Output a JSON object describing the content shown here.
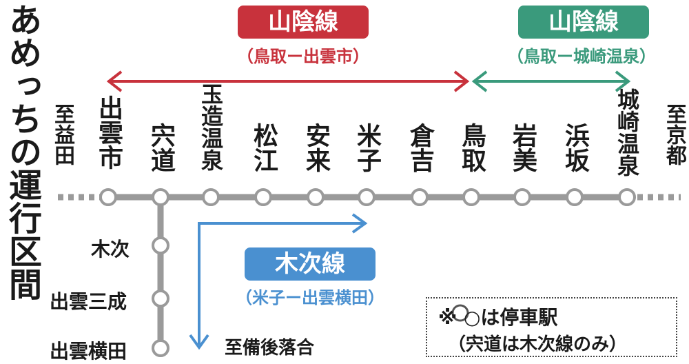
{
  "title": "あめっちの運行区間",
  "lines": {
    "san_in_red": {
      "name": "山陰線",
      "range": "（鳥取ー出雲市）",
      "color": "#c8323c"
    },
    "san_in_green": {
      "name": "山陰線",
      "range": "（鳥取ー城崎温泉）",
      "color": "#3a9a7c"
    },
    "kisuki": {
      "name": "木次線",
      "range": "（米子ー出雲横田）",
      "color": "#4a90d0"
    }
  },
  "main_stations": [
    "出雲市",
    "宍道",
    "玉造温泉",
    "松江",
    "安来",
    "米子",
    "倉吉",
    "鳥取",
    "岩美",
    "浜坂",
    "城崎温泉"
  ],
  "toward_left": "至益田",
  "toward_right": "至京都",
  "branch_stations": [
    "木次",
    "出雲三成",
    "出雲横田"
  ],
  "toward_bingo": "至備後落合",
  "legend": {
    "line1": "※ ○は停車駅",
    "line2": "（宍道は木次線のみ）"
  },
  "colors": {
    "track": "#9a9a9a",
    "station_fill": "#ffffff"
  }
}
